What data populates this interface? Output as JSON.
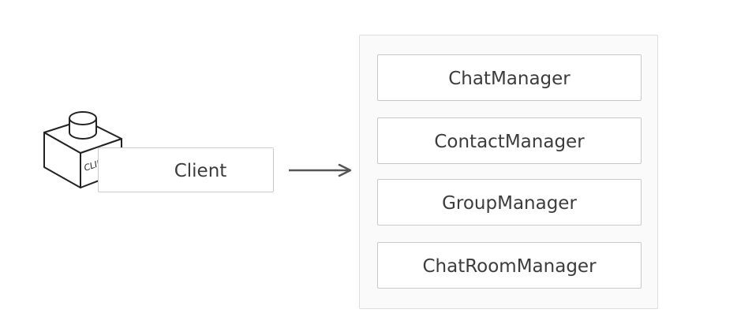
{
  "diagram": {
    "client": {
      "icon_label": "CLIENT",
      "box_label": "Client",
      "icon": "client-server-cube-icon"
    },
    "arrow": {
      "icon": "arrow-right-icon"
    },
    "managers": [
      {
        "label": "ChatManager"
      },
      {
        "label": "ContactManager"
      },
      {
        "label": "GroupManager"
      },
      {
        "label": "ChatRoomManager"
      }
    ],
    "colors": {
      "border": "#cccccc",
      "container_bg": "#fafafa",
      "text": "#3c3c3c",
      "arrow": "#555555"
    }
  }
}
